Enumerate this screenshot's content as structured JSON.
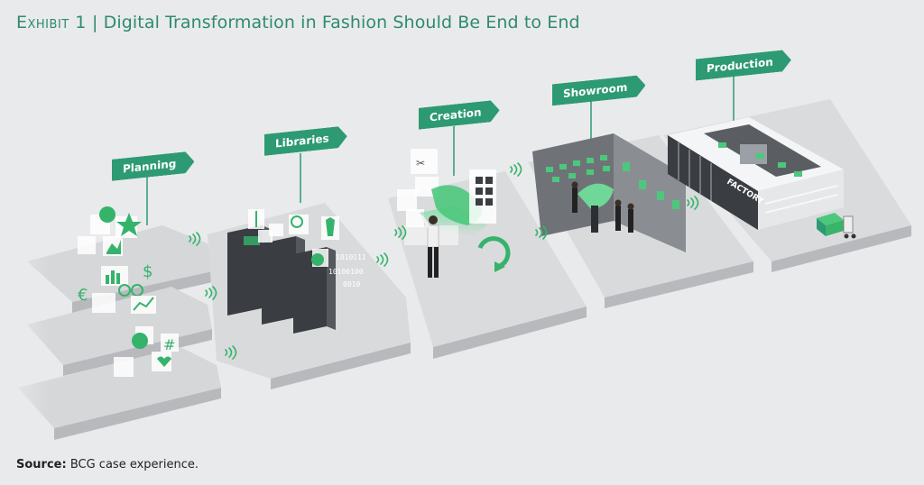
{
  "header": {
    "exhibit": "Exhibit 1",
    "separator": "|",
    "title": "Digital Transformation in Fashion Should Be End to End"
  },
  "stages": [
    {
      "label": "Planning"
    },
    {
      "label": "Libraries"
    },
    {
      "label": "Creation"
    },
    {
      "label": "Showroom"
    },
    {
      "label": "Production"
    }
  ],
  "factory_sign": "FACTORY",
  "binary_text": [
    "1010111",
    "10100100",
    "0010"
  ],
  "source": {
    "prefix": "Source:",
    "text": "BCG case experience."
  },
  "colors": {
    "accent": "#2d9a73",
    "title": "#2e8b6c",
    "platform_top": "#d9dadc",
    "platform_side": "#b9babd",
    "icon_green": "#35b36b"
  }
}
